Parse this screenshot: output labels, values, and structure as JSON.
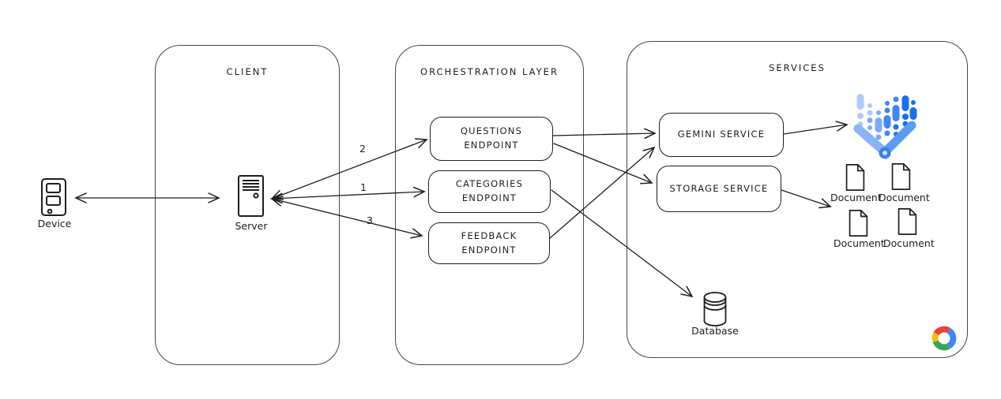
{
  "diagram": {
    "containers": {
      "client": {
        "title": "CLIENT"
      },
      "orchestration": {
        "title": "ORCHESTRATION LAYER"
      },
      "services": {
        "title": "SERVICES"
      }
    },
    "nodes": {
      "device": {
        "label": "Device"
      },
      "server": {
        "label": "Server"
      },
      "questions_endpoint": {
        "line1": "QUESTIONS",
        "line2": "ENDPOINT"
      },
      "categories_endpoint": {
        "line1": "CATEGORIES",
        "line2": "ENDPOINT"
      },
      "feedback_endpoint": {
        "line1": "FEEDBACK",
        "line2": "ENDPOINT"
      },
      "gemini_service": {
        "label": "GEMINI SERVICE"
      },
      "storage_service": {
        "label": "STORAGE SERVICE"
      },
      "database": {
        "label": "Database"
      },
      "documents": [
        {
          "label": "Document"
        },
        {
          "label": "Document"
        },
        {
          "label": "Document"
        },
        {
          "label": "Document"
        }
      ]
    },
    "arrow_labels": {
      "categories": "1",
      "questions": "2",
      "feedback": "3"
    },
    "icons": {
      "device": "tablet-device-icon",
      "server": "server-tower-icon",
      "vertex": "vertex-ai-logo",
      "document": "document-page-icon",
      "database": "database-cylinder-icon",
      "gcp": "google-cloud-logo"
    },
    "colors": {
      "stroke": "#1e1e1e",
      "vertex_arm_left": "#8AB4F8",
      "vertex_arm_right": "#5C9CF5",
      "vertex_hub": "#3D7FF2",
      "vertex_hub_center": "#D2E3FC",
      "gcp_red": "#EA4335",
      "gcp_blue": "#4285F4",
      "gcp_green": "#34A853",
      "gcp_yellow": "#FBBC05"
    }
  }
}
